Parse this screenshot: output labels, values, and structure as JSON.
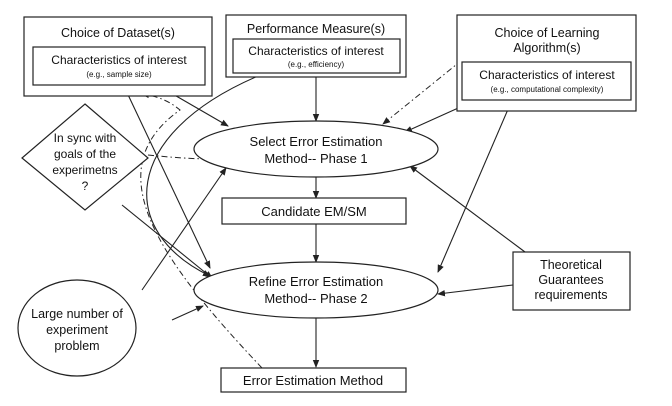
{
  "nodes": {
    "dataset": {
      "title": "Choice of Dataset(s)",
      "inner_title": "Characteristics of interest",
      "inner_note": "(e.g., sample size)"
    },
    "performance": {
      "title": "Performance Measure(s)",
      "inner_title": "Characteristics of interest",
      "inner_note": "(e.g., efficiency)"
    },
    "learning": {
      "title_line1": "Choice of Learning",
      "title_line2": "Algorithm(s)",
      "inner_title": "Characteristics of interest",
      "inner_note": "(e.g., computational complexity)"
    },
    "sync": {
      "line1": "In sync with",
      "line2": "goals of the",
      "line3": "experimetns",
      "line4": "?"
    },
    "phase1": {
      "line1": "Select Error Estimation",
      "line2": "Method-- Phase 1"
    },
    "candidate": {
      "label": "Candidate EM/SM"
    },
    "phase2": {
      "line1": "Refine Error Estimation",
      "line2": "Method-- Phase 2"
    },
    "theoretical": {
      "line1": "Theoretical",
      "line2": "Guarantees",
      "line3": "requirements"
    },
    "large": {
      "line1": "Large number of",
      "line2": "experiment",
      "line3": "problem"
    },
    "final": {
      "label": "Error Estimation Method"
    }
  }
}
